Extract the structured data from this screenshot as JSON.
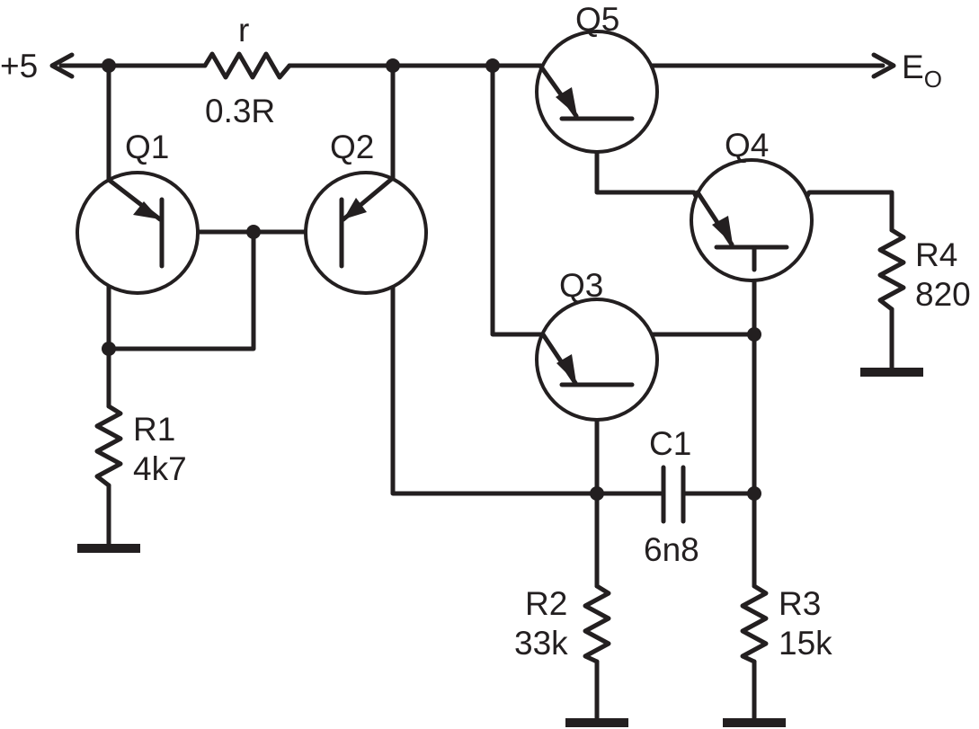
{
  "supply": {
    "label": "+5"
  },
  "output": {
    "label": "E",
    "subscript": "O"
  },
  "transistors": {
    "q1": {
      "label": "Q1"
    },
    "q2": {
      "label": "Q2"
    },
    "q3": {
      "label": "Q3"
    },
    "q4": {
      "label": "Q4"
    },
    "q5": {
      "label": "Q5"
    }
  },
  "resistors": {
    "r": {
      "label": "r",
      "value": "0.3R"
    },
    "r1": {
      "label": "R1",
      "value": "4k7"
    },
    "r2": {
      "label": "R2",
      "value": "33k"
    },
    "r3": {
      "label": "R3",
      "value": "15k"
    },
    "r4": {
      "label": "R4",
      "value": "820"
    }
  },
  "capacitors": {
    "c1": {
      "label": "C1",
      "value": "6n8"
    }
  },
  "colors": {
    "ink": "#231f20",
    "background": "#ffffff"
  }
}
